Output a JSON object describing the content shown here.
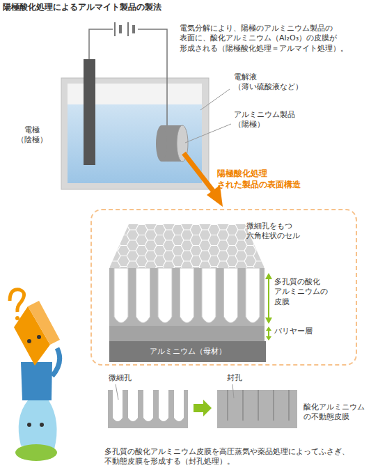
{
  "diagram": {
    "title": "陽極酸化処理によるアルマイト製品の製法",
    "caption": "多孔質の酸化アルミニウム皮膜を高圧蒸気や薬品処理によってふさぎ、 不動態皮膜を形成する（封孔処理）。",
    "nodes": [
      {
        "text": [
          "微細孔をもつ 六角柱状のセル",
          "多孔質の酸化 アルミニウムの 皮膜",
          "バリヤー層"
        ]
      },
      {
        "text": [
          "アルミニウム（母材）"
        ],
        "in": 0
      }
    ],
    "labels": [
      "電気分解により、陽極のアルミニウム製品の 表面に、酸化アルミニウム（Al₂O₃）の皮膜が 形成される（陽極酸化処理＝アルマイト処理）。",
      "電解液 （薄い硫酸液など）",
      "アルミニウム製品 （陽極）",
      "電極 （陰極）",
      "陽極酸化処理 された製品の表面構造",
      "微細孔",
      "封孔",
      "酸化アルミニウム の不動態皮膜"
    ]
  }
}
